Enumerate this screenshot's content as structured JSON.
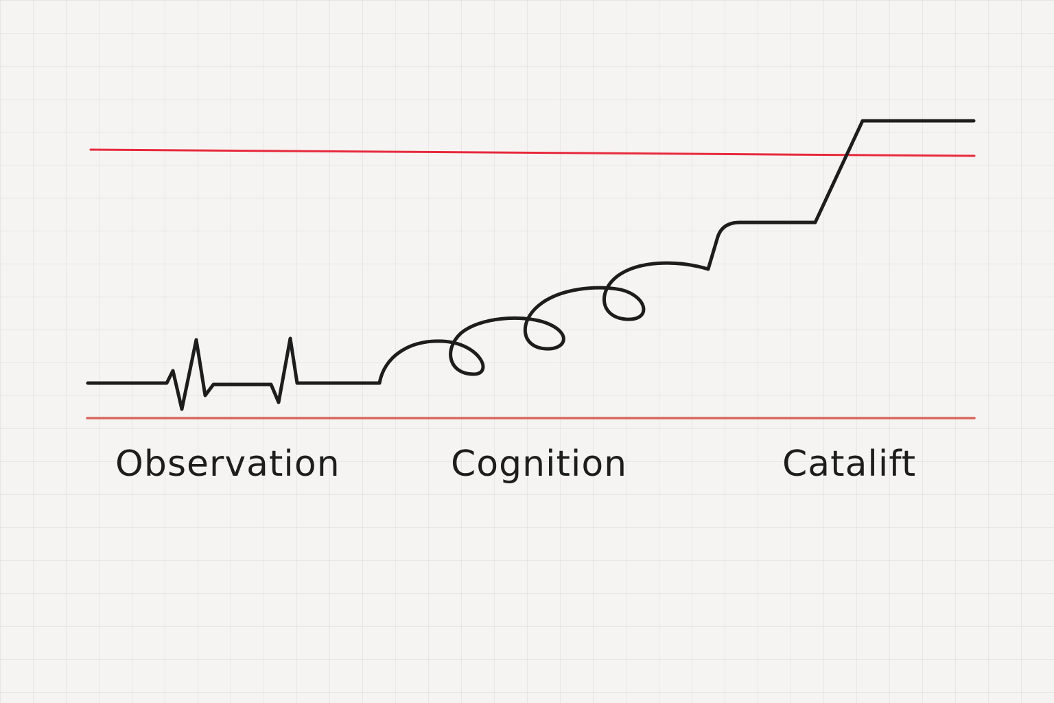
{
  "stages": {
    "observation": "Observation",
    "cognition": "Cognition",
    "catalift": "Catalift"
  },
  "colors": {
    "background": "#f5f4f2",
    "grid": "#e3e2df",
    "trajectory": "#1d1d1d",
    "upper_line": "#e8283b",
    "baseline": "#d9675c"
  },
  "elements": {
    "upper_threshold": "red-upper-threshold-line",
    "baseline": "red-baseline-line",
    "trajectory": "black-trajectory-curve",
    "segments": [
      "pulse-spikes",
      "spiral-loops",
      "stepped-rise",
      "plateau"
    ]
  }
}
